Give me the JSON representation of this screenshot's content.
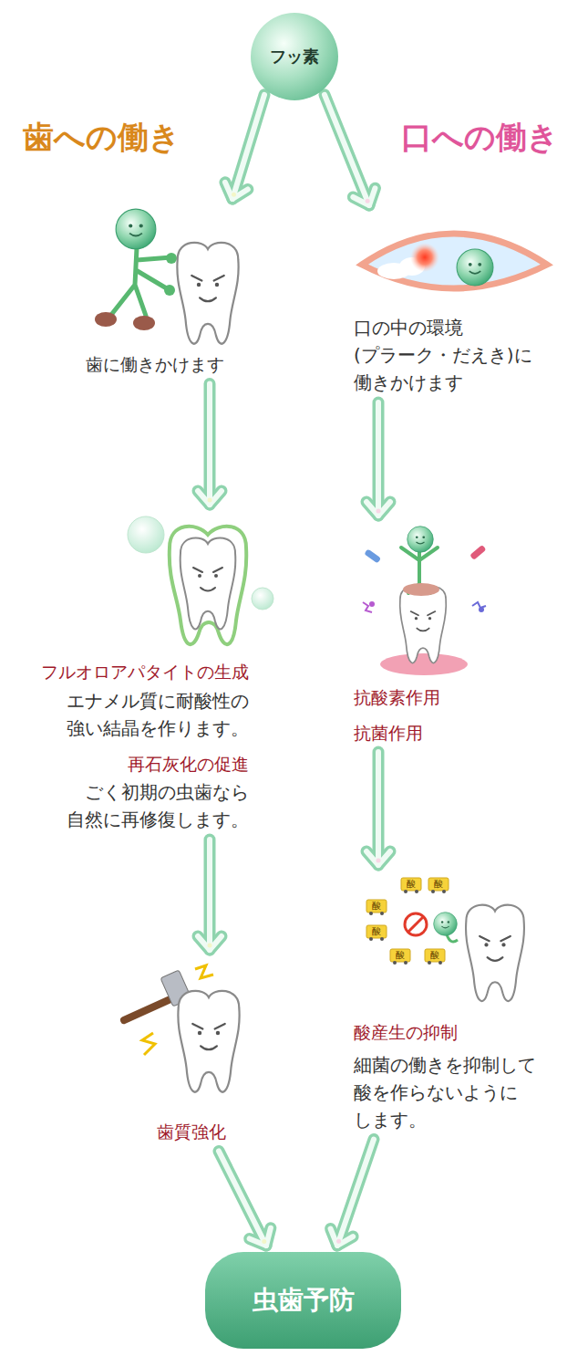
{
  "diagram": {
    "nodes": [
      {
        "text": [
          "フッ素"
        ]
      },
      {
        "text": [
          "歯に働きかけます"
        ]
      },
      {
        "text": [
          "口の中の環境 (プラーク・だえき)に 働きかけます"
        ]
      },
      {
        "text": [
          "フルオロアパタイトの生成",
          "エナメル質に耐酸性の 強い結晶を作ります。",
          "再石灰化の促進",
          "ごく初期の虫歯なら 自然に再修復します。"
        ]
      },
      {
        "text": [
          "抗酸素作用",
          "抗菌作用"
        ]
      },
      {
        "text": [
          "歯質強化"
        ]
      },
      {
        "text": [
          "酸産生の抑制",
          "細菌の働きを抑制して 酸を作らないように します。"
        ]
      },
      {
        "text": [
          "虫歯予防"
        ]
      }
    ],
    "edges": [
      {
        "from": 0,
        "to": 1,
        "arrow": "to"
      },
      {
        "from": 0,
        "to": 2,
        "arrow": "to"
      },
      {
        "from": 1,
        "to": 3,
        "arrow": "to"
      },
      {
        "from": 2,
        "to": 4,
        "arrow": "to"
      },
      {
        "from": 3,
        "to": 5,
        "arrow": "to"
      },
      {
        "from": 4,
        "to": 6,
        "arrow": "to"
      },
      {
        "from": 5,
        "to": 7,
        "arrow": "to"
      },
      {
        "from": 6,
        "to": 7,
        "arrow": "to"
      }
    ],
    "labels": [
      "歯への働き",
      "口への働き",
      "酸",
      "酸",
      "酸",
      "酸",
      "酸",
      "酸"
    ]
  }
}
